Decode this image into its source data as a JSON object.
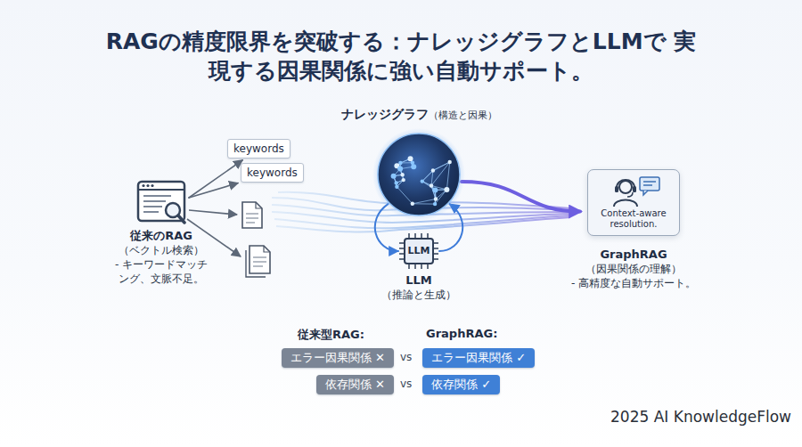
{
  "diagram": {
    "title": "RAGの精度限界を突破する：ナレッジグラフとLLMで 実現する因果関係に強い自動サポート。",
    "nodes": [
      {
        "text": [
          "従来のRAG",
          "（ベクトル検索）",
          "- キーワードマッチ ング、文脈不足。"
        ]
      },
      {
        "text": [
          "keywords"
        ]
      },
      {
        "text": [
          "keywords"
        ]
      },
      {
        "text": [
          "ナレッジグラフ",
          "（構造と因果）"
        ]
      },
      {
        "text": [
          "LLM",
          "LLM",
          "（推論と生成）"
        ]
      },
      {
        "text": [
          "Context-aware resolution.",
          "GraphRAG",
          "（因果関係の理解）",
          "- 高精度な自動サポート。"
        ]
      },
      {
        "text": [
          "エラー因果関係 ✕"
        ]
      },
      {
        "text": [
          "エラー因果関係 ✓"
        ]
      },
      {
        "text": [
          "依存関係 ✕"
        ]
      },
      {
        "text": [
          "依存関係 ✓"
        ]
      }
    ],
    "edges": [
      {
        "from": 0,
        "to": 1,
        "arrow": "to"
      },
      {
        "from": 0,
        "to": 2,
        "arrow": "to"
      },
      {
        "from": 3,
        "to": 4,
        "arrow": "to"
      },
      {
        "from": 4,
        "to": 3,
        "arrow": "to"
      },
      {
        "from": 3,
        "to": 5,
        "arrow": "to"
      }
    ],
    "labels": [
      "従来型RAG:",
      "GraphRAG:",
      "vs",
      "vs",
      "2025 AI KnowledgeFlow"
    ]
  }
}
